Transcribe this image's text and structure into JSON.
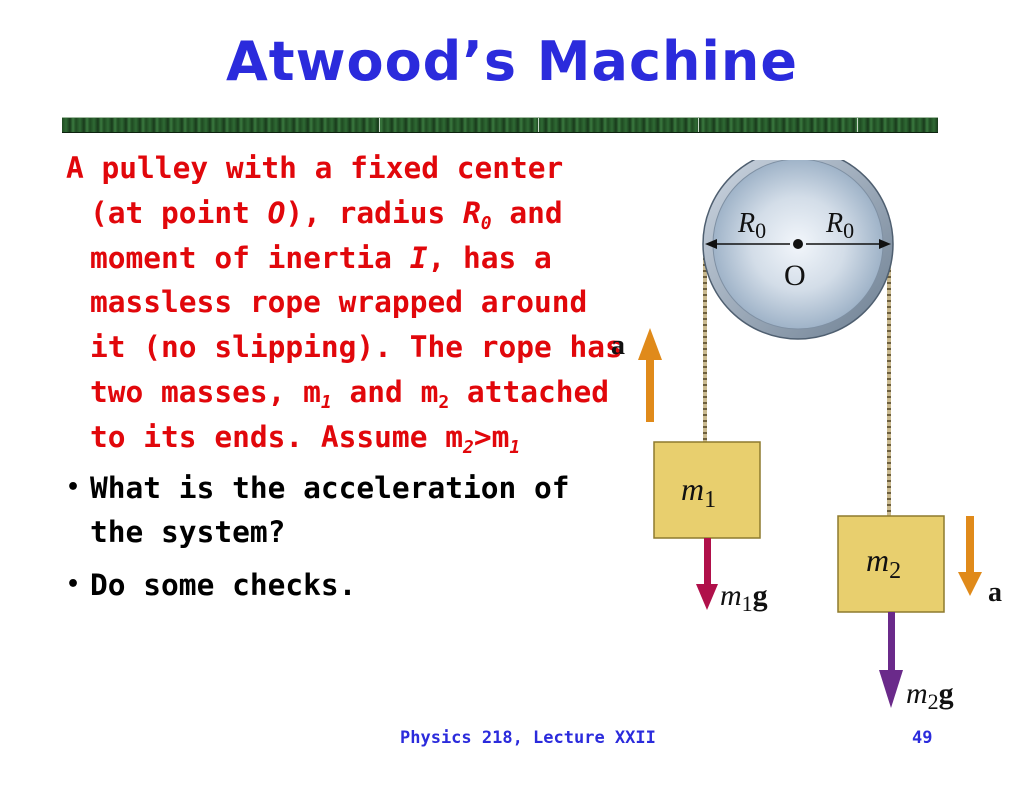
{
  "slide": {
    "title": "Atwood’s Machine",
    "paragraph": {
      "t1": "A pulley with a fixed center (at point ",
      "O": "O",
      "t2": "), radius ",
      "R": "R",
      "R_sub": "0",
      "t3": " and moment of inertia ",
      "I": "I",
      "t4": ", has a massless rope wrapped around it (no slipping). The rope has two masses, ",
      "m1": "m",
      "m1_sub": "1",
      "t5": " and ",
      "m2": "m",
      "m2_sub": "2",
      "t6": " attached to its ends. Assume ",
      "a_m2": "m",
      "a_m2_sub": "2",
      "gt": ">",
      "a_m1": "m",
      "a_m1_sub": "1"
    },
    "bullets": [
      "What is the acceleration of the system?",
      "Do some checks."
    ],
    "footer": {
      "course": "Physics 218, Lecture XXII",
      "page": "49"
    }
  },
  "diagram": {
    "pulley_center_label": "O",
    "radius_label_left": "R",
    "radius_label_left_sub": "0",
    "radius_label_right": "R",
    "radius_label_right_sub": "0",
    "mass1_label": "m",
    "mass1_sub": "1",
    "mass2_label": "m",
    "mass2_sub": "2",
    "weight1_label": "m",
    "weight1_sub": "1",
    "weight1_g": "g",
    "weight2_label": "m",
    "weight2_sub": "2",
    "weight2_g": "g",
    "accel_left_label": "a",
    "accel_right_label": "a"
  },
  "colors": {
    "title_blue": "#2b2bdc",
    "body_red": "#e1070b",
    "mass_box": "#e8cf6e",
    "accel_arrow": "#e08a1a",
    "weight_arrow_1": "#b0104a",
    "weight_arrow_2": "#6a2a8a"
  }
}
